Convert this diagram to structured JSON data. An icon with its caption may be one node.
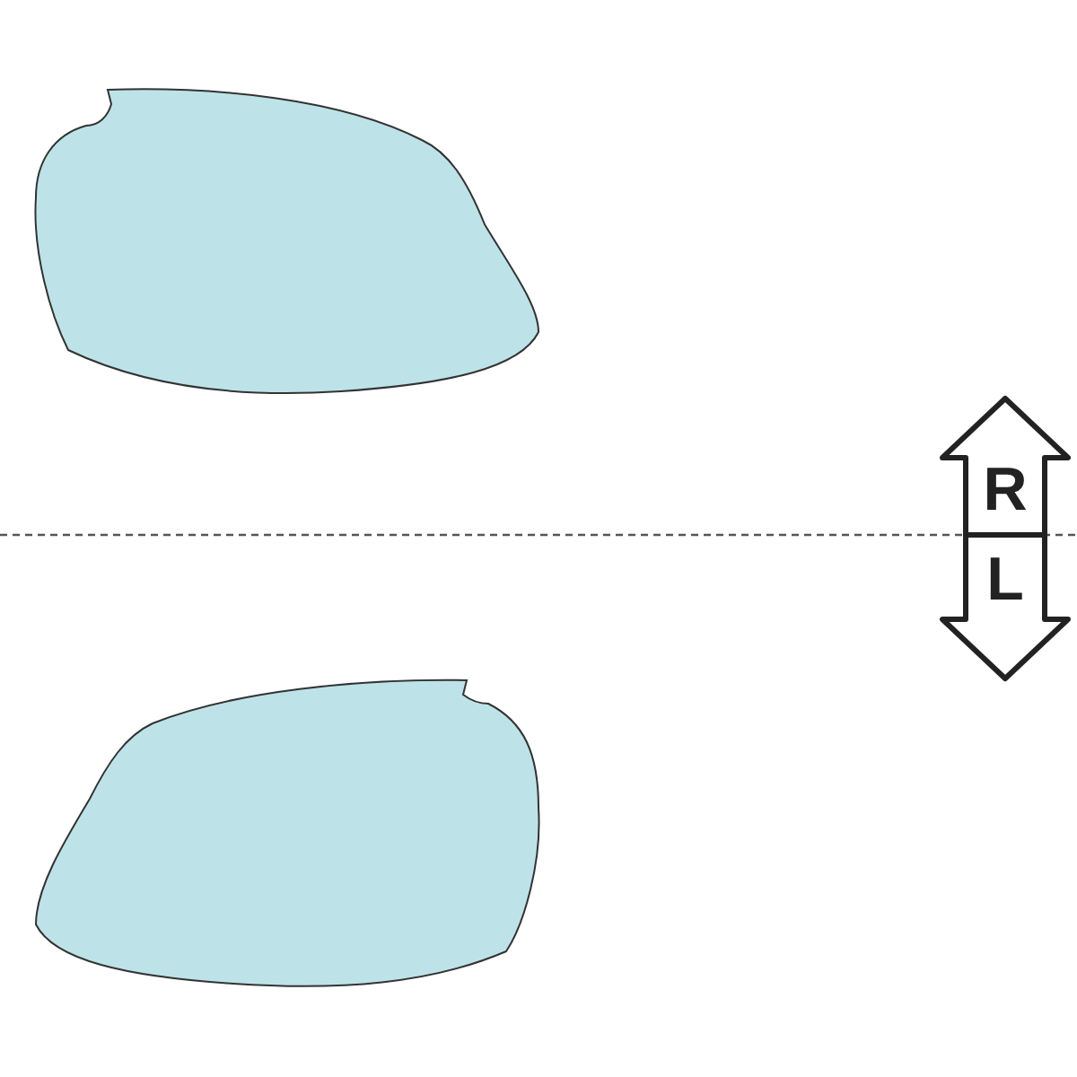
{
  "diagram": {
    "nodes": [
      {
        "text": [],
        "shape": "lens"
      },
      {
        "text": [],
        "shape": "lens"
      }
    ],
    "labels": [
      "R",
      "L"
    ]
  }
}
